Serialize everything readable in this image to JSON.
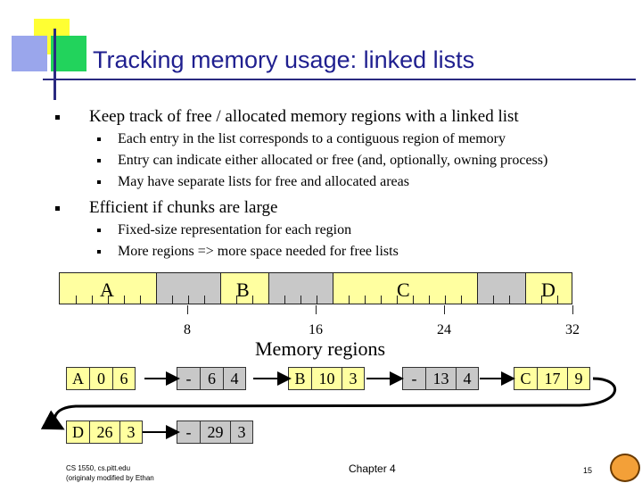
{
  "slide": {
    "title": "Tracking memory usage: linked lists",
    "bullets": [
      {
        "text": "Keep track of free / allocated memory regions with a linked list",
        "subs": [
          "Each entry in the list corresponds to a contiguous region of memory",
          "Entry can indicate either allocated or free (and, optionally, owning process)",
          "May have separate lists for free and allocated areas"
        ]
      },
      {
        "text": "Efficient if chunks are large",
        "subs": [
          "Fixed-size representation for each region",
          "More regions => more space needed for free lists"
        ]
      }
    ]
  },
  "memory": {
    "units": 32,
    "regions": [
      {
        "label": "A",
        "start": 0,
        "len": 6,
        "free": false
      },
      {
        "label": "",
        "start": 6,
        "len": 4,
        "free": true
      },
      {
        "label": "B",
        "start": 10,
        "len": 3,
        "free": false
      },
      {
        "label": "",
        "start": 13,
        "len": 4,
        "free": true
      },
      {
        "label": "C",
        "start": 17,
        "len": 9,
        "free": false
      },
      {
        "label": "",
        "start": 26,
        "len": 3,
        "free": true
      },
      {
        "label": "D",
        "start": 29,
        "len": 3,
        "free": false
      }
    ],
    "axis_ticks": [
      "8",
      "16",
      "24",
      "32"
    ],
    "caption": "Memory regions"
  },
  "list_nodes": {
    "row1": [
      [
        "A",
        "0",
        "6"
      ],
      [
        "-",
        "6",
        "4"
      ],
      [
        "B",
        "10",
        "3"
      ],
      [
        "-",
        "13",
        "4"
      ],
      [
        "C",
        "17",
        "9"
      ]
    ],
    "row2": [
      [
        "D",
        "26",
        "3"
      ],
      [
        "-",
        "29",
        "3"
      ]
    ]
  },
  "footer": {
    "left_line1": "CS 1550, cs.pitt.edu",
    "left_line2": "(originaly modified by Ethan",
    "center": "Chapter 4",
    "page": "15"
  },
  "colors": {
    "title": "#1f1f8f",
    "allocated": "#ffffa0",
    "free": "#c8c8c8"
  }
}
